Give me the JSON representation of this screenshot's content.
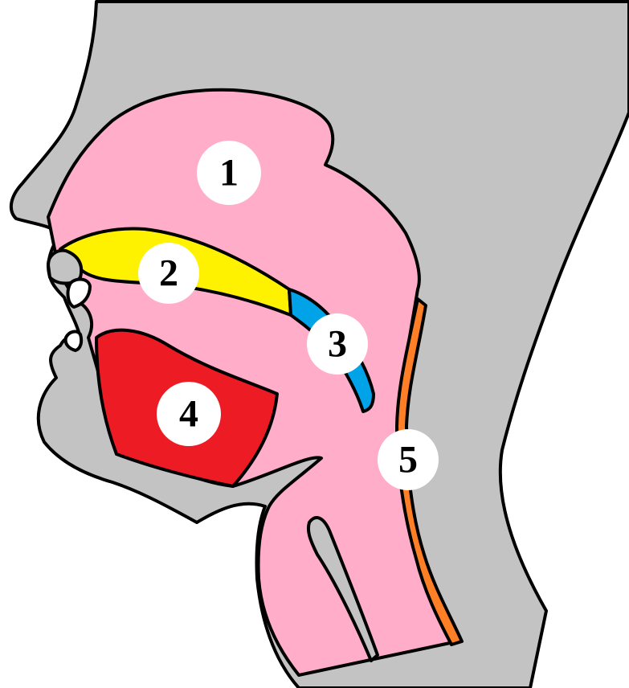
{
  "colors": {
    "background": "#ffffff",
    "head": "#c3c3c3",
    "tract": "#ffadc9",
    "hard_palate": "#fff200",
    "soft_palate": "#00a2e8",
    "tongue": "#ed1c24",
    "pharyngeal_wall": "#ff7f27",
    "teeth": "#ffffff",
    "outline": "#000000"
  },
  "labels": [
    {
      "id": "1",
      "text": "1"
    },
    {
      "id": "2",
      "text": "2"
    },
    {
      "id": "3",
      "text": "3"
    },
    {
      "id": "4",
      "text": "4"
    },
    {
      "id": "5",
      "text": "5"
    }
  ]
}
